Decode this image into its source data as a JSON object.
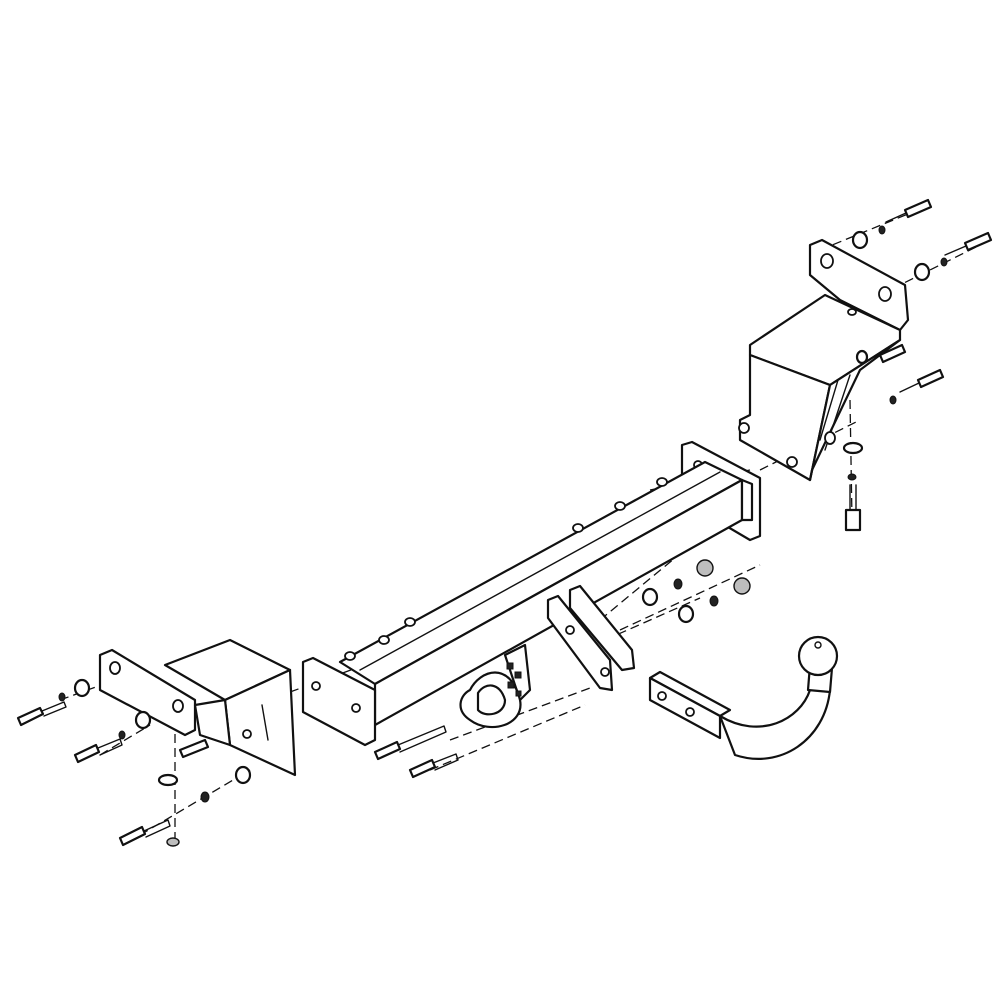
{
  "diagram": {
    "palette": {
      "line": "#111111",
      "fill": "#ffffff",
      "shade": "#bdbdbd"
    },
    "parts": [
      "main-crossbar",
      "left-side-bracket",
      "right-side-bracket",
      "left-end-plate",
      "right-end-plate",
      "center-mount-bracket",
      "socket-plate",
      "tow-ball-neck",
      "tow-ball",
      "bolt",
      "washer",
      "spring-washer",
      "nut"
    ]
  }
}
